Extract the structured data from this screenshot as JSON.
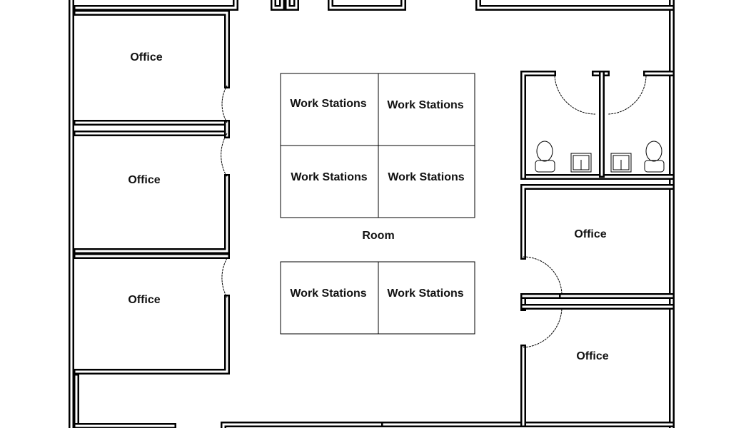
{
  "rooms": {
    "office_left_1": "Office",
    "office_left_2": "Office",
    "office_left_3": "Office",
    "office_right_1": "Office",
    "office_right_2": "Office",
    "room": "Room"
  },
  "work_stations": [
    "Work Stations",
    "Work Stations",
    "Work Stations",
    "Work Stations",
    "Work Stations",
    "Work Stations"
  ],
  "colors": {
    "wall": "#000000",
    "background": "#ffffff"
  }
}
